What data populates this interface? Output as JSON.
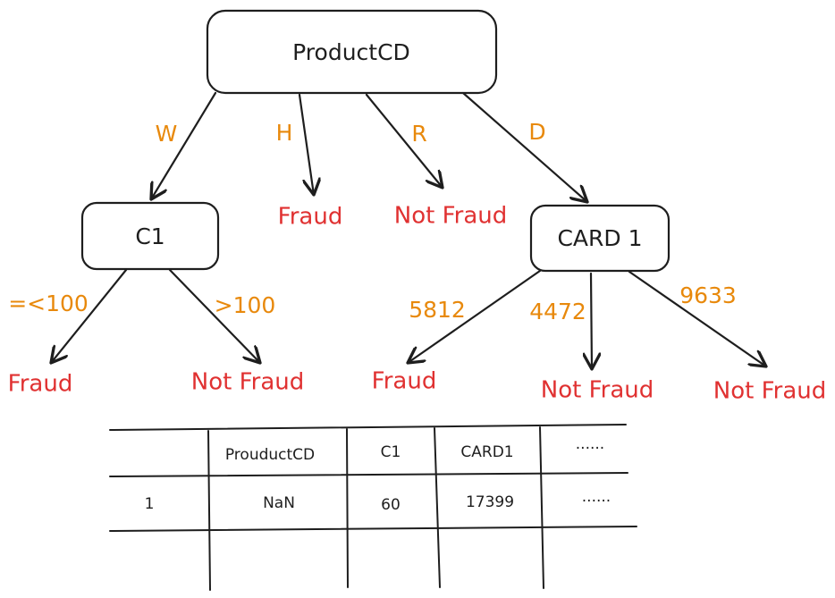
{
  "colors": {
    "stroke": "#1e1e1e",
    "edge_label": "#e8890c",
    "leaf": "#e03131"
  },
  "tree": {
    "root": "ProductCD",
    "c1": "C1",
    "card1": "CARD 1",
    "edges": {
      "w": "W",
      "h": "H",
      "r": "R",
      "d": "D",
      "c1_le": "=<100",
      "c1_gt": ">100",
      "card_5812": "5812",
      "card_4472": "4472",
      "card_9633": "9633"
    },
    "leaves": {
      "h": "Fraud",
      "r": "Not Fraud",
      "c1_le": "Fraud",
      "c1_gt": "Not Fraud",
      "card_5812": "Fraud",
      "card_4472": "Not Fraud",
      "card_9633": "Not Fraud"
    }
  },
  "table": {
    "headers": [
      "",
      "ProuductCD",
      "C1",
      "CARD1",
      "······"
    ],
    "rows": [
      [
        "1",
        "NaN",
        "60",
        "17399",
        "······"
      ]
    ]
  }
}
